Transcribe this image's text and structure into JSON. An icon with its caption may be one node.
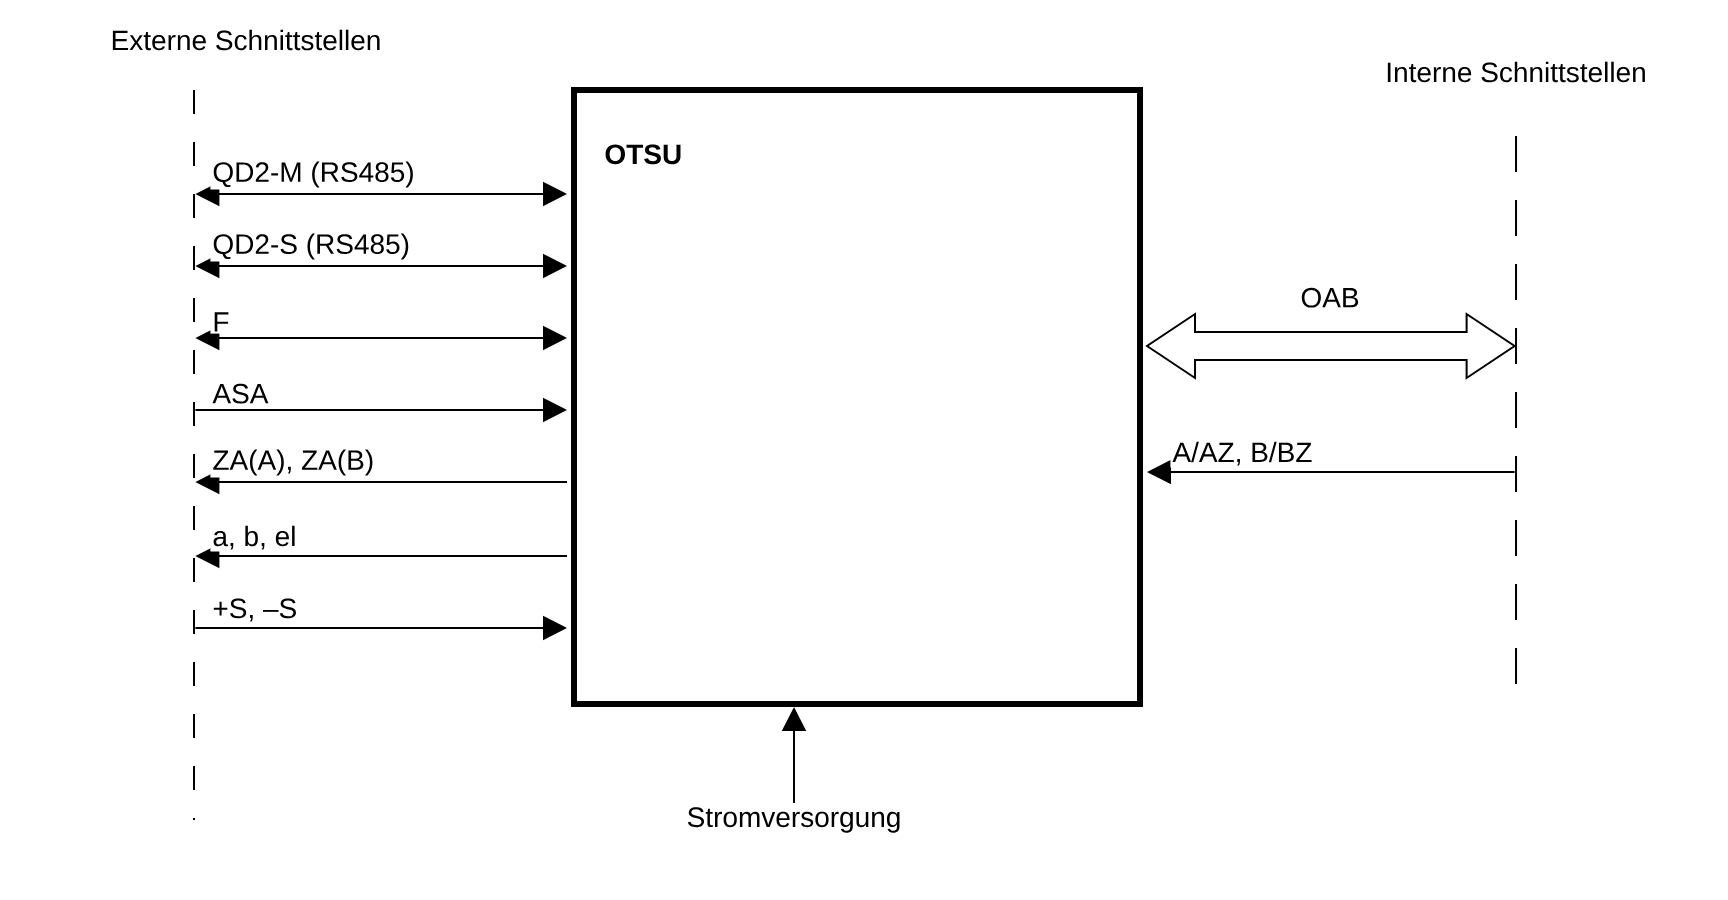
{
  "diagram": {
    "nodes": [
      {
        "text": [
          "Externe Schnittstellen"
        ]
      },
      {
        "text": [
          "OTSU"
        ]
      },
      {
        "text": [
          "Interne Schnittstellen"
        ]
      },
      {
        "text": [
          "Stromversorgung"
        ]
      }
    ],
    "edges": [
      {
        "from": 0,
        "to": 1,
        "arrow": "both",
        "label": "QD2-M (RS485)"
      },
      {
        "from": 0,
        "to": 1,
        "arrow": "both",
        "label": "QD2-S (RS485)"
      },
      {
        "from": 0,
        "to": 1,
        "arrow": "both",
        "label": "F"
      },
      {
        "from": 0,
        "to": 1,
        "arrow": "to",
        "label": "ASA"
      },
      {
        "from": 1,
        "to": 0,
        "arrow": "to",
        "label": "ZA(A), ZA(B)"
      },
      {
        "from": 1,
        "to": 0,
        "arrow": "to",
        "label": "a, b, el"
      },
      {
        "from": 0,
        "to": 1,
        "arrow": "to",
        "label": "+S, –S"
      },
      {
        "from": 1,
        "to": 2,
        "arrow": "both",
        "label": "OAB",
        "style": "thick"
      },
      {
        "from": 2,
        "to": 1,
        "arrow": "to",
        "label": "A/AZ, B/BZ"
      },
      {
        "from": 3,
        "to": 1,
        "arrow": "to"
      }
    ]
  }
}
